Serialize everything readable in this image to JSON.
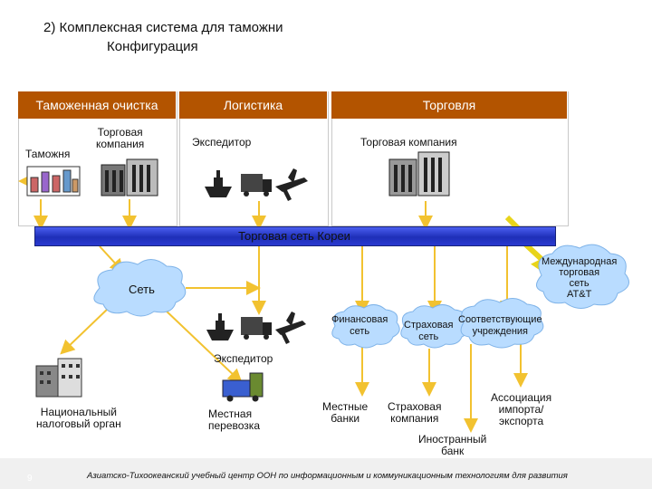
{
  "title": {
    "line1": "2) Комплексная система для таможни",
    "line2": "Конфигурация"
  },
  "headers": {
    "customs": "Таможенная очистка",
    "logistics": "Логистика",
    "trade": "Торговля"
  },
  "top_labels": {
    "customs_office": "Таможня",
    "trading_company_1": "Торговая\nкомпания",
    "forwarder_top": "Экспедитор",
    "trading_company_2": "Торговая компания"
  },
  "network_bar": "Торговая сеть Кореи",
  "clouds": {
    "network": "Сеть",
    "intl": "Международная\nторговая\nсеть\nAT&T",
    "financial": "Финансовая\nсеть",
    "insurance": "Страховая\nсеть",
    "relevant": "Соответствующие\nучреждения"
  },
  "bottom_labels": {
    "forwarder": "Экспедитор",
    "tax": "Национальный\nналоговый орган",
    "transport": "Местная\nперевозка",
    "local_banks": "Местные\nбанки",
    "insurance_company": "Страховая\nкомпания",
    "association": "Ассоциация\nимпорта/\nэкспорта",
    "foreign_bank": "Иностранный\nбанк"
  },
  "footer": {
    "page": "9",
    "text": "Азиатско-Тихоокеанский учебный центр ООН по информационным и коммуникационным технологиям для развития"
  },
  "colors": {
    "header": "#b35400",
    "bar": "#2a3ad0",
    "arrow": "#f2c230",
    "cloud": "#b9dcff"
  }
}
